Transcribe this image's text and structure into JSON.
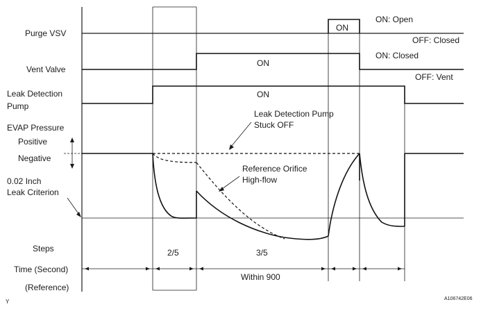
{
  "signals": {
    "purge_vsv": "Purge VSV",
    "vent_valve": "Vent Valve",
    "leak_pump_line1": "Leak Detection",
    "leak_pump_line2": "Pump",
    "evap_pressure": "EVAP Pressure",
    "positive": "Positive",
    "negative": "Negative",
    "criterion_line1": "0.02 Inch",
    "criterion_line2": "Leak Criterion"
  },
  "states": {
    "purge_on_label": "ON: Open",
    "purge_off_label": "OFF: Closed",
    "vent_on_label": "ON: Closed",
    "vent_off_label": "OFF: Vent",
    "purge_pulse": "ON",
    "vent_pulse": "ON",
    "pump_pulse": "ON"
  },
  "annotations": {
    "stuck_off_line1": "Leak Detection Pump",
    "stuck_off_line2": "Stuck OFF",
    "orifice_line1": "Reference Orifice",
    "orifice_line2": "High-flow"
  },
  "footer": {
    "steps": "Steps",
    "time": "Time (Second)",
    "reference": "(Reference)",
    "step_a": "2/5",
    "step_b": "3/5",
    "within": "Within 900",
    "corner": "Y",
    "figure_code": "A106742E06"
  }
}
